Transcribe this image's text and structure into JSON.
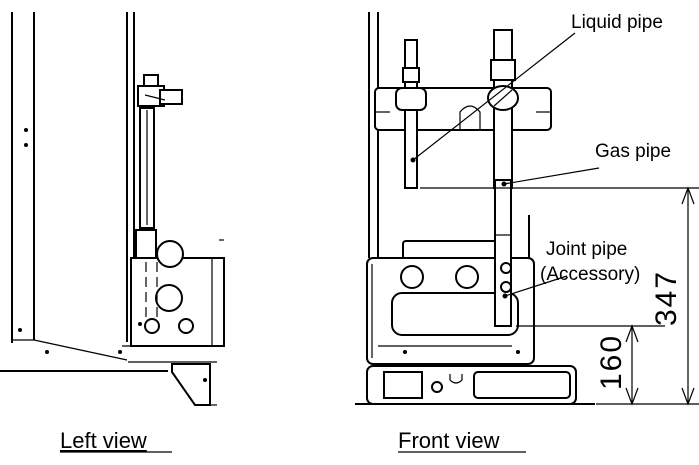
{
  "labels": {
    "liquid_pipe": "Liquid pipe",
    "gas_pipe": "Gas pipe",
    "joint_pipe_line1": "Joint pipe",
    "joint_pipe_line2": "(Accessory)"
  },
  "views": {
    "left": "Left view",
    "front": "Front view"
  },
  "dimensions": {
    "total": "347",
    "lower": "160"
  }
}
